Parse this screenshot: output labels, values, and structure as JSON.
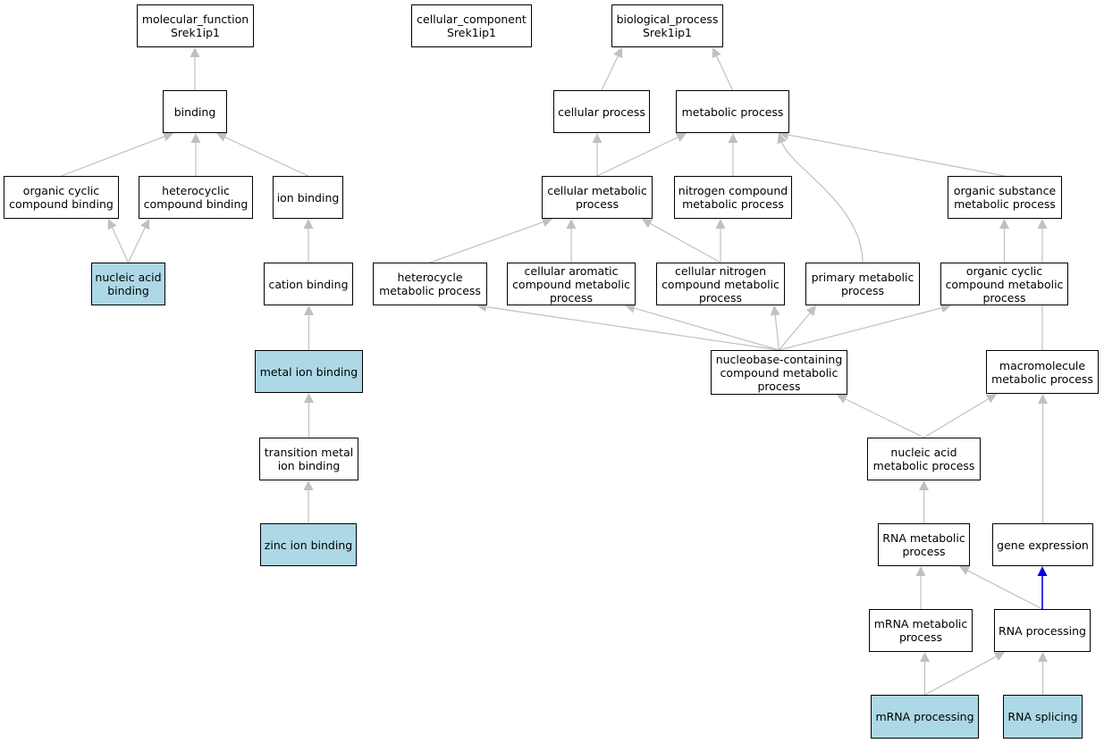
{
  "colors": {
    "highlight": "#add8e6",
    "edge": "#c0c0c0",
    "edge_emphasis": "#0000ee",
    "node_border": "#000000"
  },
  "nodes": {
    "mf_root": {
      "label": "molecular_function\nSrek1ip1",
      "highlighted": false
    },
    "cc_root": {
      "label": "cellular_component\nSrek1ip1",
      "highlighted": false
    },
    "bp_root": {
      "label": "biological_process\nSrek1ip1",
      "highlighted": false
    },
    "binding": {
      "label": "binding",
      "highlighted": false
    },
    "organic_cyclic_binding": {
      "label": "organic cyclic\ncompound binding",
      "highlighted": false
    },
    "heterocyclic_binding": {
      "label": "heterocyclic\ncompound binding",
      "highlighted": false
    },
    "ion_binding": {
      "label": "ion binding",
      "highlighted": false
    },
    "nucleic_acid_binding": {
      "label": "nucleic acid\nbinding",
      "highlighted": true
    },
    "cation_binding": {
      "label": "cation binding",
      "highlighted": false
    },
    "metal_ion_binding": {
      "label": "metal ion binding",
      "highlighted": true
    },
    "transition_metal_binding": {
      "label": "transition metal\nion binding",
      "highlighted": false
    },
    "zinc_ion_binding": {
      "label": "zinc ion binding",
      "highlighted": true
    },
    "cellular_process": {
      "label": "cellular process",
      "highlighted": false
    },
    "metabolic_process": {
      "label": "metabolic process",
      "highlighted": false
    },
    "cellular_metabolic": {
      "label": "cellular metabolic\nprocess",
      "highlighted": false
    },
    "nitrogen_compound_metabolic": {
      "label": "nitrogen compound\nmetabolic process",
      "highlighted": false
    },
    "organic_substance_metabolic": {
      "label": "organic substance\nmetabolic process",
      "highlighted": false
    },
    "heterocycle_metabolic": {
      "label": "heterocycle\nmetabolic process",
      "highlighted": false
    },
    "cellular_aromatic": {
      "label": "cellular aromatic\ncompound metabolic\nprocess",
      "highlighted": false
    },
    "cellular_nitrogen": {
      "label": "cellular nitrogen\ncompound metabolic\nprocess",
      "highlighted": false
    },
    "primary_metabolic": {
      "label": "primary metabolic\nprocess",
      "highlighted": false
    },
    "organic_cyclic_metabolic": {
      "label": "organic cyclic\ncompound metabolic\nprocess",
      "highlighted": false
    },
    "nucleobase_metabolic": {
      "label": "nucleobase-containing\ncompound metabolic\nprocess",
      "highlighted": false
    },
    "macromolecule_metabolic": {
      "label": "macromolecule\nmetabolic process",
      "highlighted": false
    },
    "nucleic_acid_metabolic": {
      "label": "nucleic acid\nmetabolic process",
      "highlighted": false
    },
    "rna_metabolic": {
      "label": "RNA metabolic\nprocess",
      "highlighted": false
    },
    "gene_expression": {
      "label": "gene expression",
      "highlighted": false
    },
    "mrna_metabolic": {
      "label": "mRNA metabolic\nprocess",
      "highlighted": false
    },
    "rna_processing": {
      "label": "RNA processing",
      "highlighted": false
    },
    "mrna_processing": {
      "label": "mRNA processing",
      "highlighted": true
    },
    "rna_splicing": {
      "label": "RNA splicing",
      "highlighted": true
    }
  },
  "edges": [
    {
      "from": "binding",
      "to": "mf_root"
    },
    {
      "from": "organic_cyclic_binding",
      "to": "binding"
    },
    {
      "from": "heterocyclic_binding",
      "to": "binding"
    },
    {
      "from": "ion_binding",
      "to": "binding"
    },
    {
      "from": "nucleic_acid_binding",
      "to": "organic_cyclic_binding"
    },
    {
      "from": "nucleic_acid_binding",
      "to": "heterocyclic_binding"
    },
    {
      "from": "cation_binding",
      "to": "ion_binding"
    },
    {
      "from": "metal_ion_binding",
      "to": "cation_binding"
    },
    {
      "from": "transition_metal_binding",
      "to": "metal_ion_binding"
    },
    {
      "from": "zinc_ion_binding",
      "to": "transition_metal_binding"
    },
    {
      "from": "cellular_process",
      "to": "bp_root"
    },
    {
      "from": "metabolic_process",
      "to": "bp_root"
    },
    {
      "from": "cellular_metabolic",
      "to": "cellular_process"
    },
    {
      "from": "cellular_metabolic",
      "to": "metabolic_process"
    },
    {
      "from": "nitrogen_compound_metabolic",
      "to": "metabolic_process"
    },
    {
      "from": "organic_substance_metabolic",
      "to": "metabolic_process"
    },
    {
      "from": "primary_metabolic",
      "to": "metabolic_process",
      "curved": true
    },
    {
      "from": "heterocycle_metabolic",
      "to": "cellular_metabolic"
    },
    {
      "from": "cellular_aromatic",
      "to": "cellular_metabolic"
    },
    {
      "from": "cellular_nitrogen",
      "to": "cellular_metabolic"
    },
    {
      "from": "cellular_nitrogen",
      "to": "nitrogen_compound_metabolic"
    },
    {
      "from": "organic_cyclic_metabolic",
      "to": "organic_substance_metabolic"
    },
    {
      "from": "macromolecule_metabolic",
      "to": "organic_substance_metabolic",
      "curved": true
    },
    {
      "from": "nucleobase_metabolic",
      "to": "heterocycle_metabolic"
    },
    {
      "from": "nucleobase_metabolic",
      "to": "cellular_aromatic"
    },
    {
      "from": "nucleobase_metabolic",
      "to": "cellular_nitrogen"
    },
    {
      "from": "nucleobase_metabolic",
      "to": "primary_metabolic"
    },
    {
      "from": "nucleobase_metabolic",
      "to": "organic_cyclic_metabolic"
    },
    {
      "from": "nucleic_acid_metabolic",
      "to": "nucleobase_metabolic"
    },
    {
      "from": "nucleic_acid_metabolic",
      "to": "macromolecule_metabolic"
    },
    {
      "from": "gene_expression",
      "to": "macromolecule_metabolic"
    },
    {
      "from": "rna_metabolic",
      "to": "nucleic_acid_metabolic"
    },
    {
      "from": "mrna_metabolic",
      "to": "rna_metabolic"
    },
    {
      "from": "rna_processing",
      "to": "rna_metabolic"
    },
    {
      "from": "rna_processing",
      "to": "gene_expression",
      "emphasis": true
    },
    {
      "from": "mrna_processing",
      "to": "mrna_metabolic"
    },
    {
      "from": "mrna_processing",
      "to": "rna_processing"
    },
    {
      "from": "rna_splicing",
      "to": "rna_processing"
    }
  ]
}
